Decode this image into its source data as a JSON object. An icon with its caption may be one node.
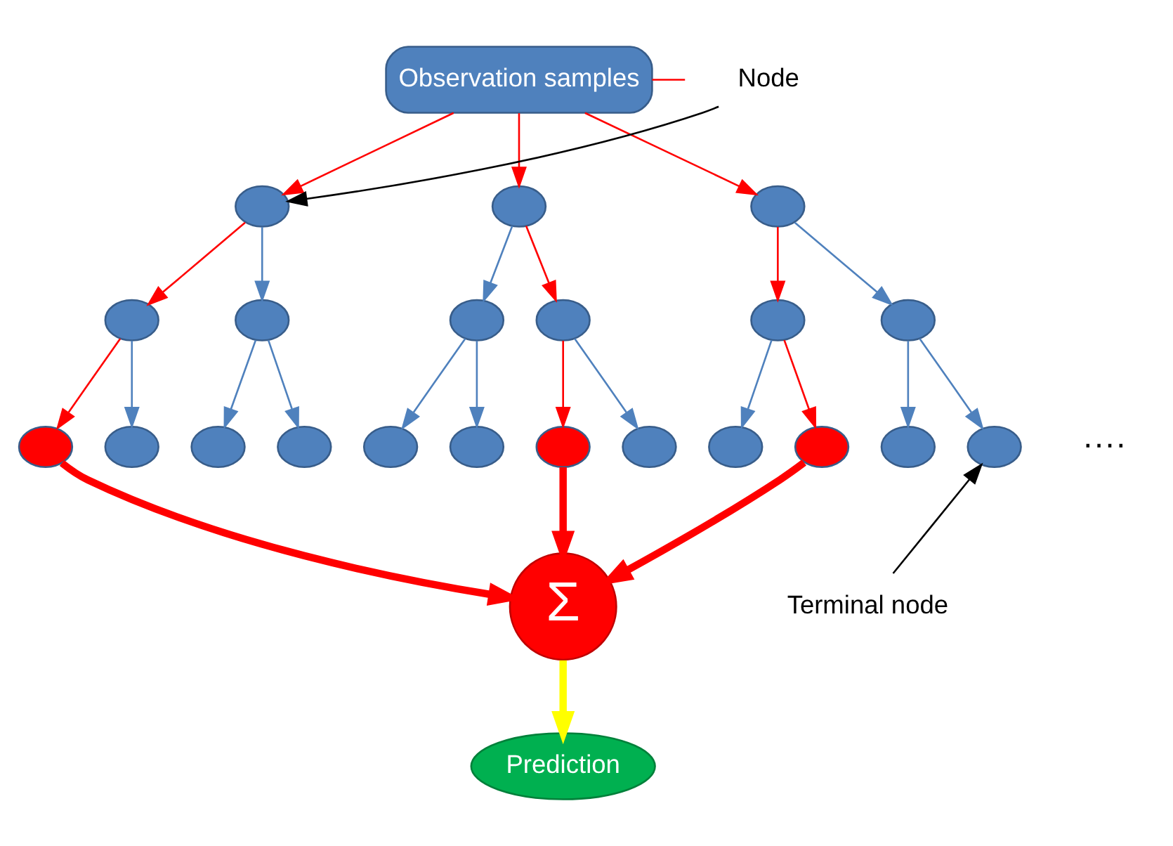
{
  "diagram": {
    "nodes": [
      {
        "text": [
          "Observation samples"
        ]
      },
      {
        "text": [],
        "shape": "circle"
      },
      {
        "text": [],
        "shape": "circle"
      },
      {
        "text": [],
        "shape": "circle"
      },
      {
        "text": [],
        "shape": "circle"
      },
      {
        "text": [],
        "shape": "circle"
      },
      {
        "text": [],
        "shape": "circle"
      },
      {
        "text": [],
        "shape": "circle"
      },
      {
        "text": [],
        "shape": "circle"
      },
      {
        "text": [],
        "shape": "circle"
      },
      {
        "text": [],
        "shape": "circle"
      },
      {
        "text": [],
        "shape": "circle"
      },
      {
        "text": [],
        "shape": "circle"
      },
      {
        "text": [],
        "shape": "circle"
      },
      {
        "text": [],
        "shape": "circle"
      },
      {
        "text": [],
        "shape": "circle"
      },
      {
        "text": [],
        "shape": "circle"
      },
      {
        "text": [],
        "shape": "circle"
      },
      {
        "text": [],
        "shape": "circle"
      },
      {
        "text": [],
        "shape": "circle"
      },
      {
        "text": [],
        "shape": "circle"
      },
      {
        "text": [],
        "shape": "circle"
      },
      {
        "text": [
          "Σ"
        ]
      },
      {
        "text": [
          "Prediction"
        ]
      },
      {
        "text": [
          "Node"
        ]
      },
      {
        "text": [
          "Terminal node"
        ]
      }
    ],
    "edges": [
      {
        "from": 0,
        "to": 1,
        "arrow": "to",
        "color": "#ff0000"
      },
      {
        "from": 0,
        "to": 8,
        "arrow": "to",
        "color": "#ff0000"
      },
      {
        "from": 0,
        "to": 15,
        "arrow": "to",
        "color": "#ff0000"
      },
      {
        "from": 0,
        "to": null,
        "arrow": "none",
        "color": "#ff0000"
      },
      {
        "from": 1,
        "to": 2,
        "arrow": "to",
        "color": "#ff0000"
      },
      {
        "from": 1,
        "to": 3,
        "arrow": "to",
        "color": "#4f81bd"
      },
      {
        "from": 2,
        "to": 4,
        "arrow": "to",
        "color": "#ff0000"
      },
      {
        "from": 2,
        "to": 5,
        "arrow": "to",
        "color": "#4f81bd"
      },
      {
        "from": 3,
        "to": 6,
        "arrow": "to",
        "color": "#4f81bd"
      },
      {
        "from": 3,
        "to": 7,
        "arrow": "to",
        "color": "#4f81bd"
      },
      {
        "from": 8,
        "to": 9,
        "arrow": "to",
        "color": "#4f81bd"
      },
      {
        "from": 8,
        "to": 10,
        "arrow": "to",
        "color": "#ff0000"
      },
      {
        "from": 9,
        "to": 11,
        "arrow": "to",
        "color": "#4f81bd"
      },
      {
        "from": 9,
        "to": 12,
        "arrow": "to",
        "color": "#4f81bd"
      },
      {
        "from": 10,
        "to": 13,
        "arrow": "to",
        "color": "#ff0000"
      },
      {
        "from": 10,
        "to": 14,
        "arrow": "to",
        "color": "#4f81bd"
      },
      {
        "from": 15,
        "to": 16,
        "arrow": "to",
        "color": "#ff0000"
      },
      {
        "from": 15,
        "to": 17,
        "arrow": "to",
        "color": "#4f81bd"
      },
      {
        "from": 16,
        "to": 18,
        "arrow": "to",
        "color": "#4f81bd"
      },
      {
        "from": 16,
        "to": 19,
        "arrow": "to",
        "color": "#ff0000"
      },
      {
        "from": 17,
        "to": 20,
        "arrow": "to",
        "color": "#4f81bd"
      },
      {
        "from": 17,
        "to": 21,
        "arrow": "to",
        "color": "#4f81bd"
      },
      {
        "from": 4,
        "to": 22,
        "arrow": "to",
        "color": "#ff0000",
        "style": "thick"
      },
      {
        "from": 13,
        "to": 22,
        "arrow": "to",
        "color": "#ff0000",
        "style": "thick"
      },
      {
        "from": 19,
        "to": 22,
        "arrow": "to",
        "color": "#ff0000",
        "style": "thick"
      },
      {
        "from": 22,
        "to": 23,
        "arrow": "to",
        "color": "#ffff00",
        "style": "thick"
      },
      {
        "from": 24,
        "to": 1,
        "arrow": "to",
        "color": "#000000"
      },
      {
        "from": 25,
        "to": 21,
        "arrow": "to",
        "color": "#000000"
      }
    ],
    "labels": [
      "····"
    ]
  }
}
